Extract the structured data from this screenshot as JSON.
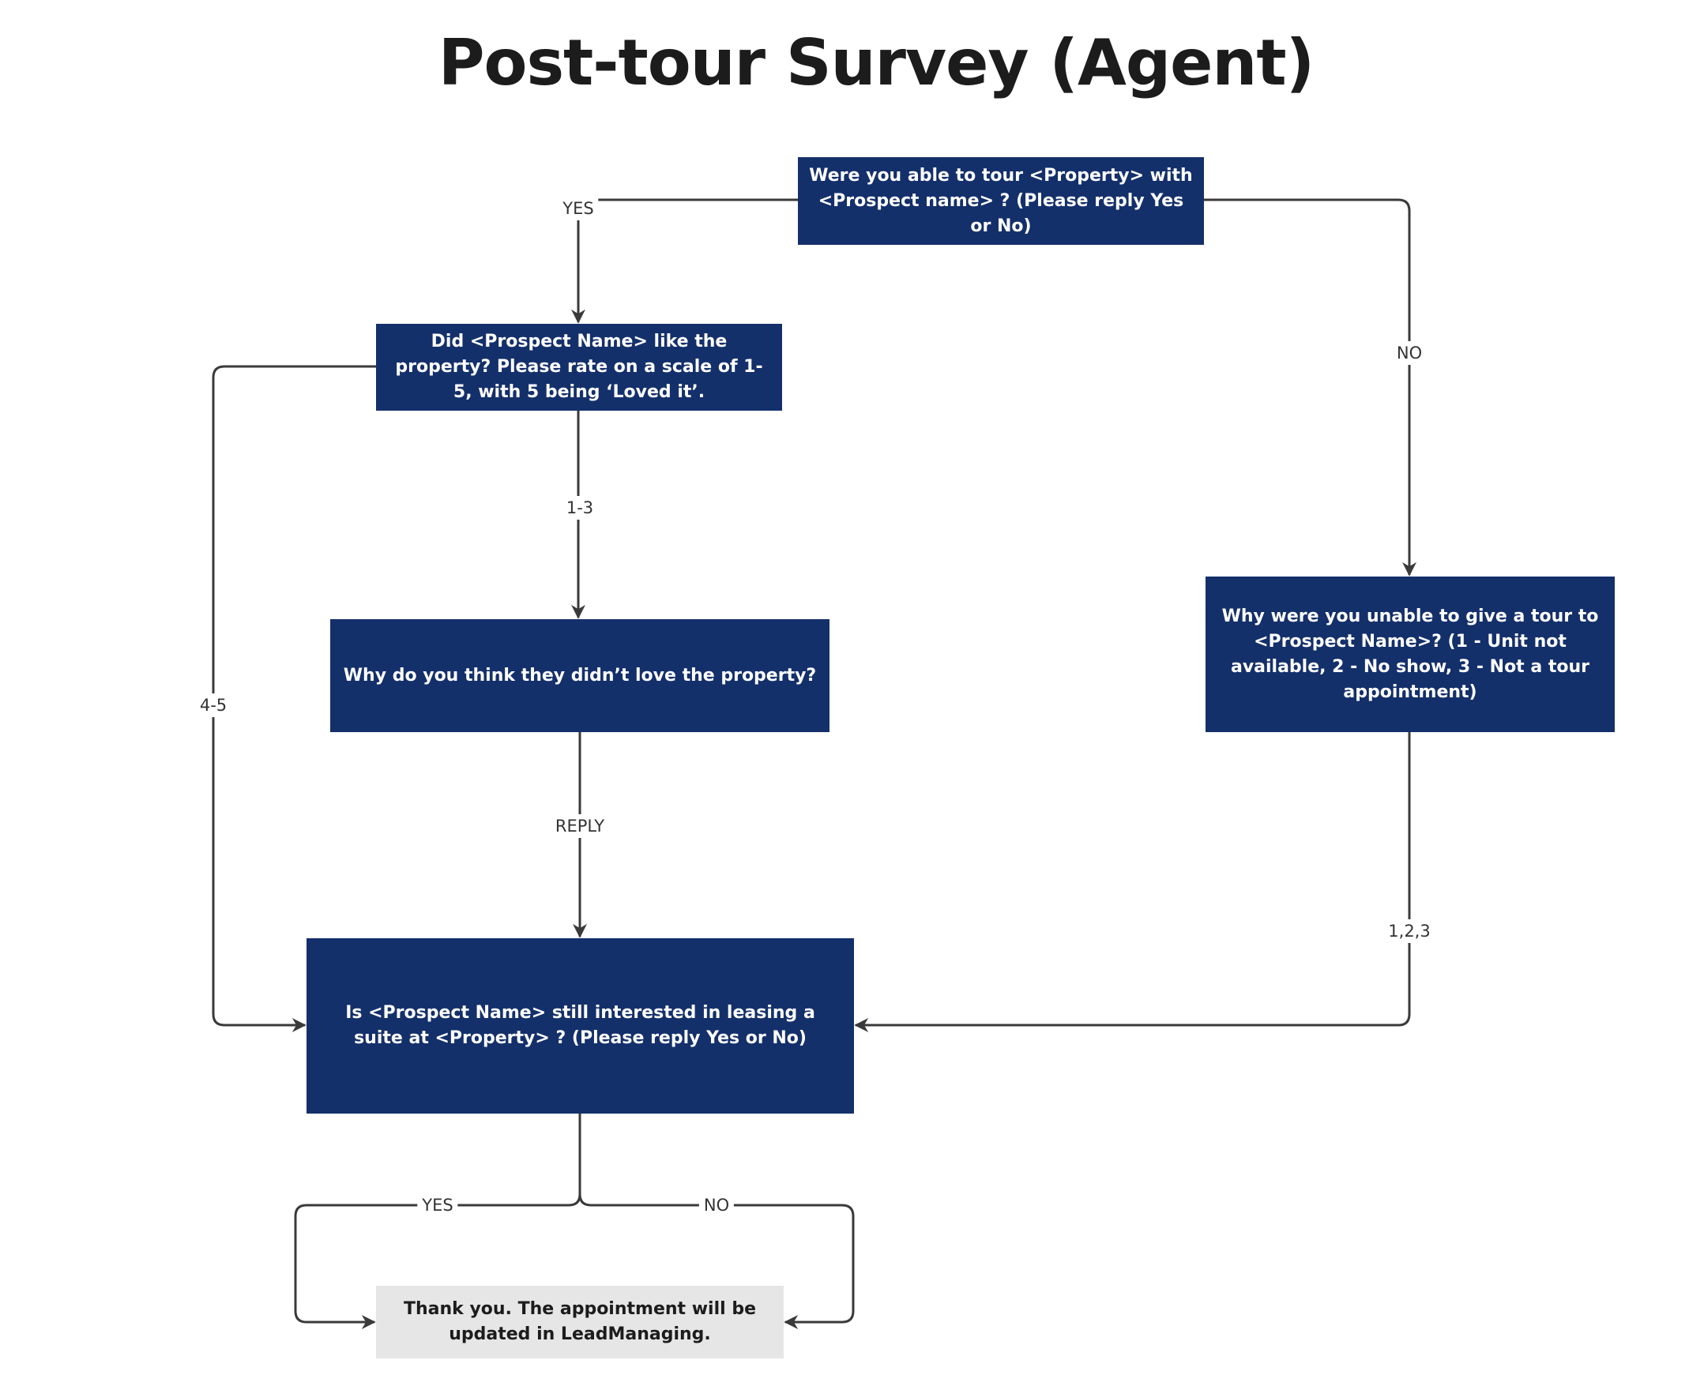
{
  "title": "Post-tour Survey (Agent)",
  "nodes": {
    "tour_question": "Were you able to tour <Property> with <Prospect name> ? (Please reply Yes or No)",
    "rating_question": "Did <Prospect Name> like the property? Please rate on a scale of 1-5, with 5 being ‘Loved it’.",
    "why_not_love": "Why do you think they didn’t love the property?",
    "why_unable": "Why were you unable to give a tour to <Prospect Name>? (1 - Unit not available, 2 - No show, 3 - Not a tour appointment)",
    "still_interested": "Is <Prospect Name> still interested in leasing a suite at <Property> ? (Please reply Yes or No)",
    "thank_you": "Thank you. The appointment will be updated in LeadManaging."
  },
  "edges": {
    "tour_yes": "YES",
    "tour_no": "NO",
    "rating_low": "1-3",
    "rating_high": "4-5",
    "reply": "REPLY",
    "reasons": "1,2,3",
    "interested_yes": "YES",
    "interested_no": "NO"
  },
  "colors": {
    "node_fill": "#14306b",
    "final_fill": "#e6e6e6",
    "connector": "#3a3a3a"
  }
}
